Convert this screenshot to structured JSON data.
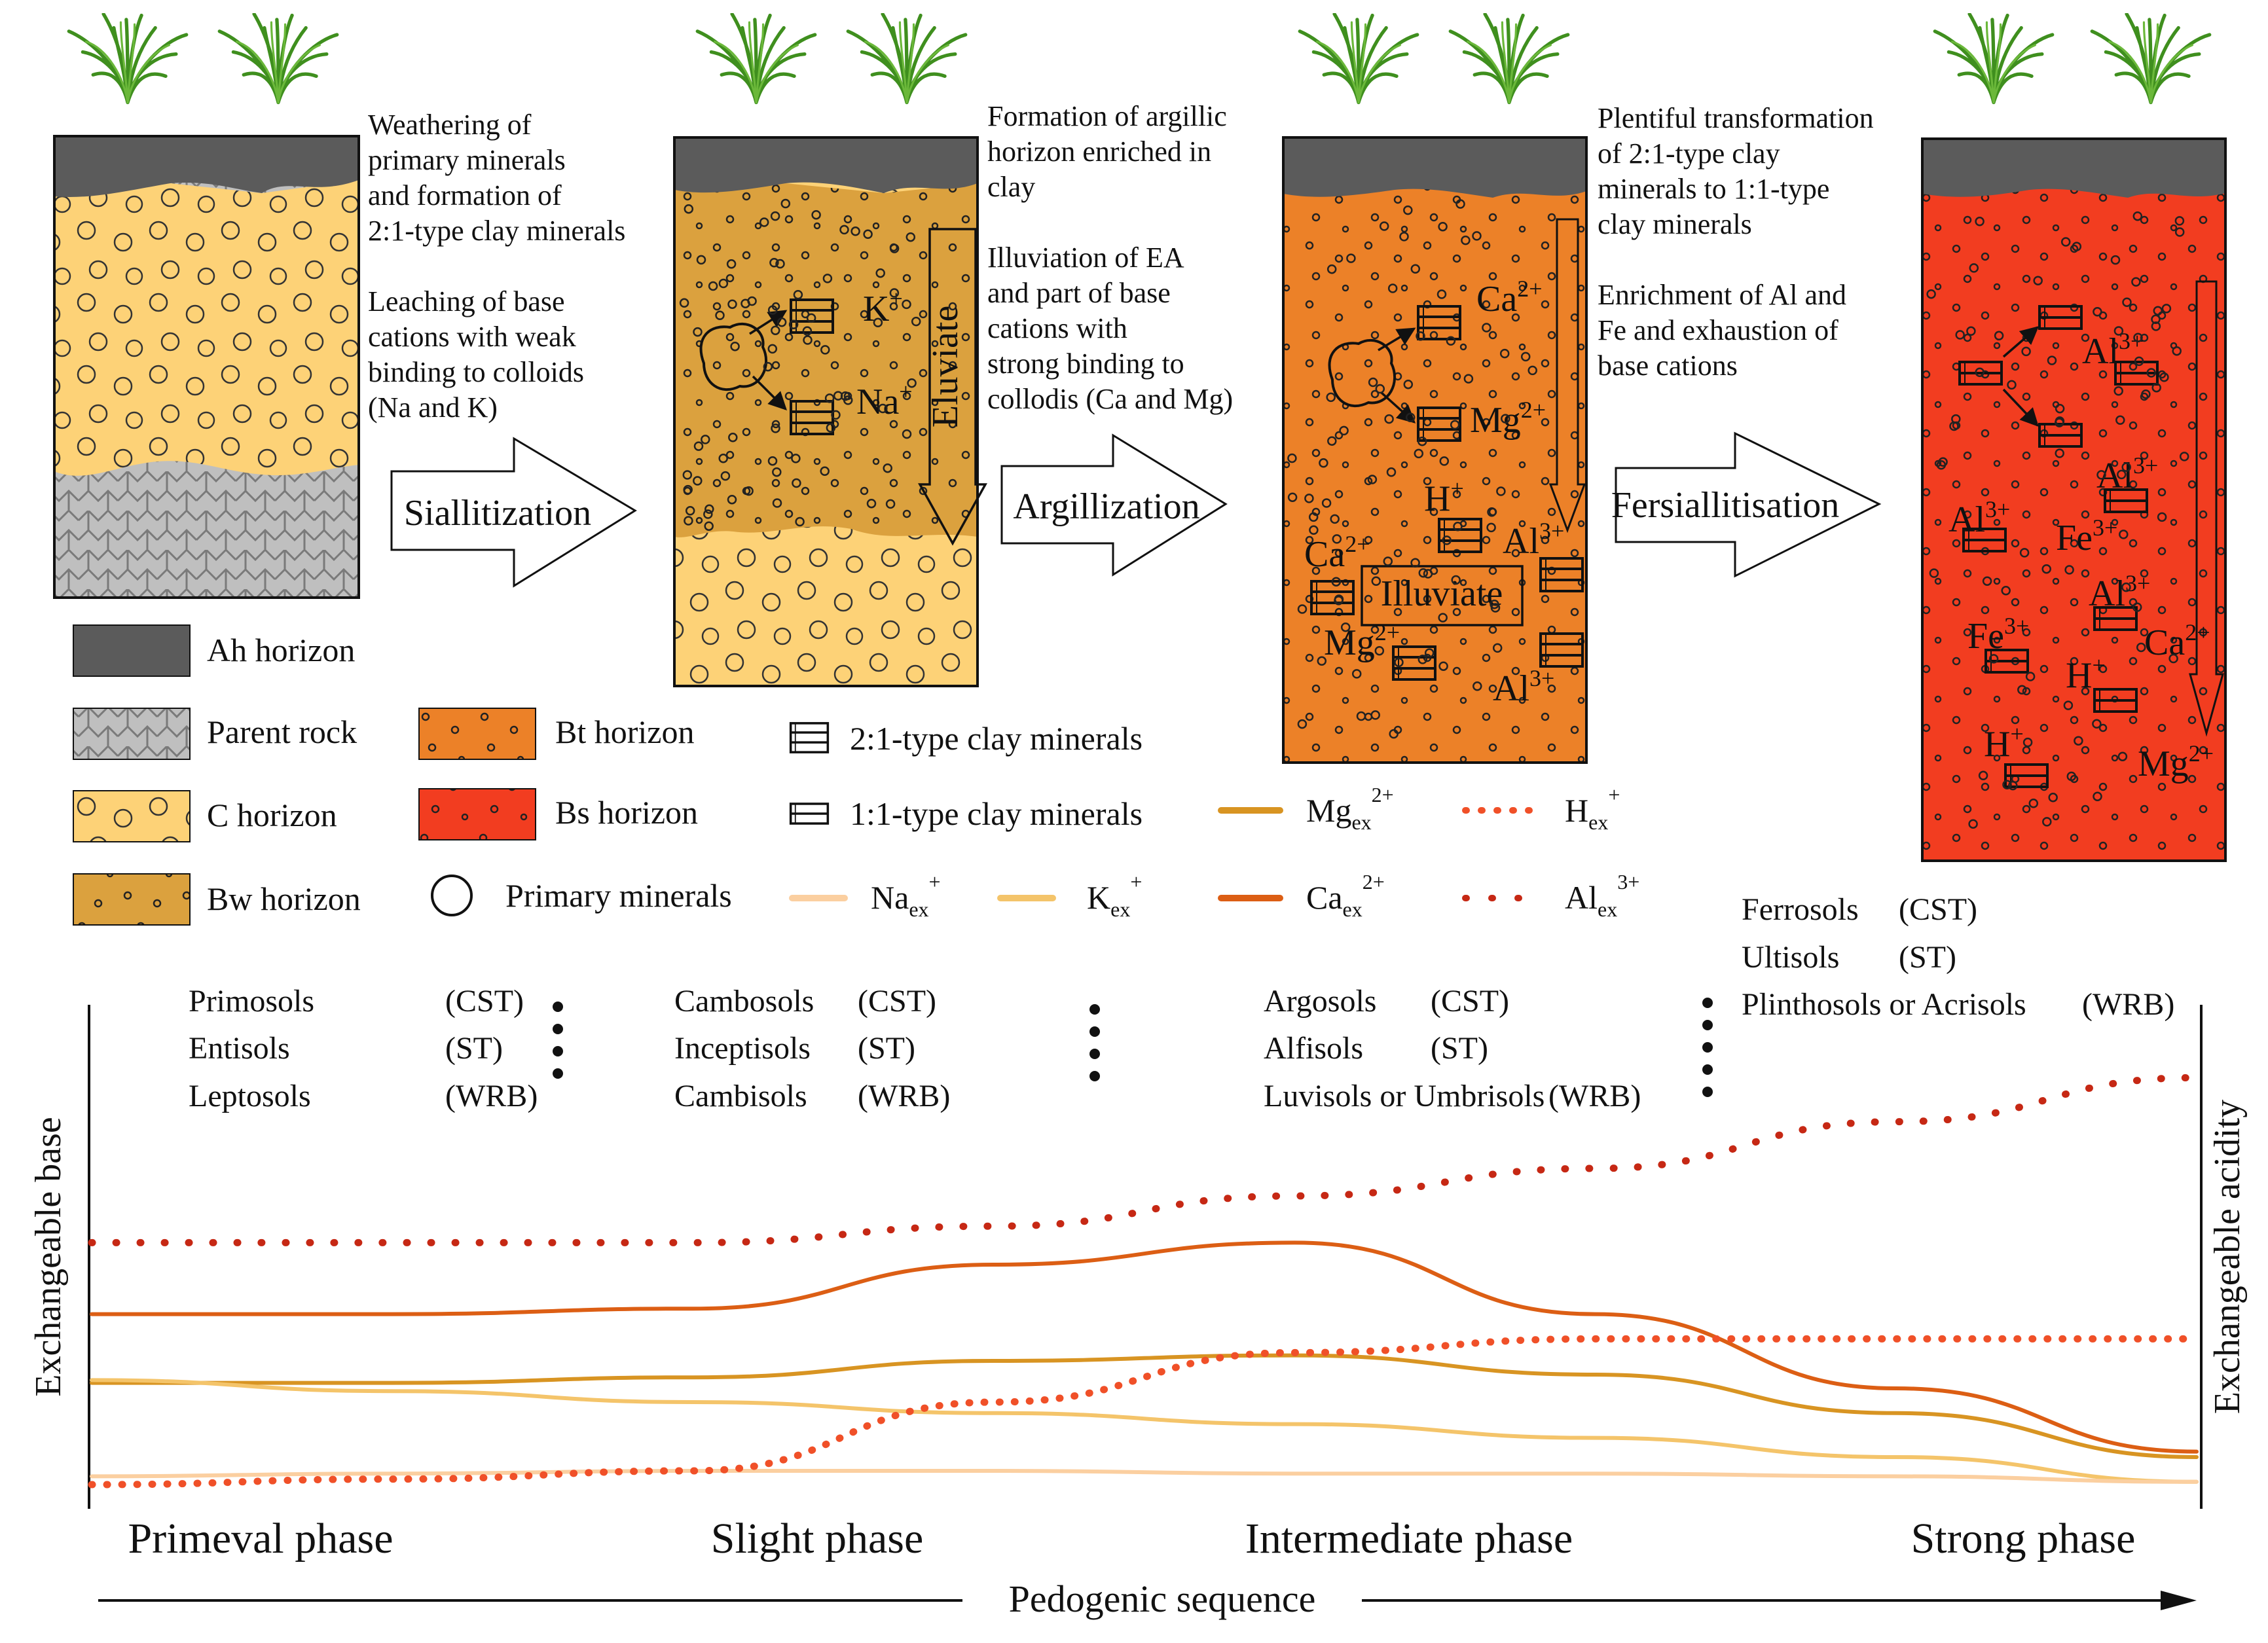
{
  "colors": {
    "ah": "#5b5b5b",
    "c_horizon": "#fdd277",
    "bw_horizon": "#dba13e",
    "bt_horizon": "#ec8128",
    "bs_horizon": "#f23d20",
    "grass": "#3f8f1e",
    "na": "#fbcfa0",
    "k": "#f4c46a",
    "mg": "#d89422",
    "ca": "#dc5e14",
    "h": "#f05028",
    "al": "#c62814"
  },
  "stages": [
    {
      "annotation_lines": [
        "Weathering of",
        "primary minerals",
        "and formation of",
        "2:1-type clay minerals",
        "",
        "Leaching of base",
        "cations with weak",
        "binding to colloids",
        " (Na and K)"
      ]
    },
    {
      "annotation_lines": [
        "Formation of argillic",
        "horizon enriched in",
        "clay",
        "",
        "Illuviation of EA",
        "and part of base",
        "cations with",
        "strong binding to",
        "collodis (Ca and Mg)"
      ],
      "eluviate": "Eluviate"
    },
    {
      "annotation_lines": [
        "Plentiful transformation",
        "of 2:1-type clay",
        "minerals to 1:1-type",
        "clay minerals",
        "",
        "Enrichment of Al and",
        "Fe and exhaustion of",
        "base cations"
      ],
      "illuviate": "Illuviate"
    },
    {}
  ],
  "processes": [
    "Siallitization",
    "Argillization",
    "Fersiallitisation"
  ],
  "ions": {
    "s2": {
      "k": "K",
      "k_sup": "+",
      "na": "Na",
      "na_sup": "+"
    },
    "s3": {
      "ca": "Ca",
      "ca_sup": "2+",
      "mg": "Mg",
      "mg_sup": "2+",
      "h": "H",
      "h_sup": "+",
      "al": "Al",
      "al_sup": "3+",
      "ca2": "Ca",
      "ca2_sup": "2+",
      "mg2": "Mg",
      "mg2_sup": "2+",
      "al2": "Al",
      "al2_sup": "3+"
    },
    "s4": {
      "al1": "Al",
      "al1_sup": "3+",
      "al2": "Al",
      "al2_sup": "3+",
      "al3": "Al",
      "al3_sup": "3+",
      "fe1": "Fe",
      "fe1_sup": "3+",
      "al4": "Al",
      "al4_sup": "3+",
      "fe2": "Fe",
      "fe2_sup": "3+",
      "ca": "Ca",
      "ca_sup": "2+",
      "h1": "H",
      "h1_sup": "+",
      "h2": "H",
      "h2_sup": "+",
      "mg": "Mg",
      "mg_sup": "2+"
    }
  },
  "legend": {
    "ah": "Ah horizon",
    "parent_rock": "Parent rock",
    "c": "C horizon",
    "bw": "Bw horizon",
    "bt": "Bt horizon",
    "bs": "Bs horizon",
    "primary": "Primary minerals",
    "clay21": "2:1-type clay minerals",
    "clay11": "1:1-type clay minerals",
    "mg": {
      "base": "Mg",
      "sub": "ex",
      "sup": "2+"
    },
    "h": {
      "base": "H",
      "sub": "ex",
      "sup": "+"
    },
    "na": {
      "base": "Na",
      "sub": "ex",
      "sup": "+"
    },
    "k": {
      "base": "K",
      "sub": "ex",
      "sup": "+"
    },
    "ca": {
      "base": "Ca",
      "sub": "ex",
      "sup": "2+"
    },
    "al": {
      "base": "Al",
      "sub": "ex",
      "sup": "3+"
    }
  },
  "soil_groups": [
    [
      {
        "name": "Primosols",
        "sys": "(CST)"
      },
      {
        "name": "Entisols",
        "sys": "(ST)"
      },
      {
        "name": "Leptosols",
        "sys": "(WRB)"
      }
    ],
    [
      {
        "name": "Cambosols",
        "sys": "(CST)"
      },
      {
        "name": "Inceptisols",
        "sys": "(ST)"
      },
      {
        "name": "Cambisols",
        "sys": "(WRB)"
      }
    ],
    [
      {
        "name": "Argosols",
        "sys": "(CST)"
      },
      {
        "name": "Alfisols",
        "sys": "(ST)"
      },
      {
        "name": "Luvisols or Umbrisols",
        "sys": "(WRB)"
      }
    ],
    [
      {
        "name": "Ferrosols",
        "sys": "(CST)"
      },
      {
        "name": "Ultisols",
        "sys": "(ST)"
      },
      {
        "name": "Plinthosols or Acrisols",
        "sys": "(WRB)"
      }
    ]
  ],
  "phases": [
    "Primeval phase",
    "Slight phase",
    "Intermediate phase",
    "Strong phase"
  ],
  "axes": {
    "left": "Exchangeable base",
    "right": "Exchangeable acidity",
    "bottom": "Pedogenic sequence"
  },
  "trends": [
    {
      "ion": "Ca",
      "style": "solid",
      "color": "#dc5e14",
      "values": [
        0.62,
        0.62,
        0.64,
        0.8,
        0.88,
        0.62,
        0.35,
        0.12
      ]
    },
    {
      "ion": "Mg",
      "style": "solid",
      "color": "#d89422",
      "values": [
        0.37,
        0.37,
        0.39,
        0.45,
        0.47,
        0.4,
        0.26,
        0.1
      ]
    },
    {
      "ion": "K",
      "style": "solid",
      "color": "#f4c46a",
      "values": [
        0.38,
        0.34,
        0.3,
        0.26,
        0.22,
        0.17,
        0.1,
        0.01
      ]
    },
    {
      "ion": "Na",
      "style": "solid",
      "color": "#fbcfa0",
      "values": [
        0.03,
        0.04,
        0.05,
        0.05,
        0.04,
        0.04,
        0.03,
        0.01
      ]
    },
    {
      "ion": "H",
      "style": "dotted",
      "color": "#f05028",
      "values": [
        0.0,
        0.02,
        0.05,
        0.3,
        0.48,
        0.53,
        0.53,
        0.53
      ]
    },
    {
      "ion": "Al",
      "style": "dotted",
      "color": "#c62814",
      "values": [
        0.88,
        0.88,
        0.88,
        0.94,
        1.05,
        1.15,
        1.32,
        1.48
      ]
    }
  ]
}
